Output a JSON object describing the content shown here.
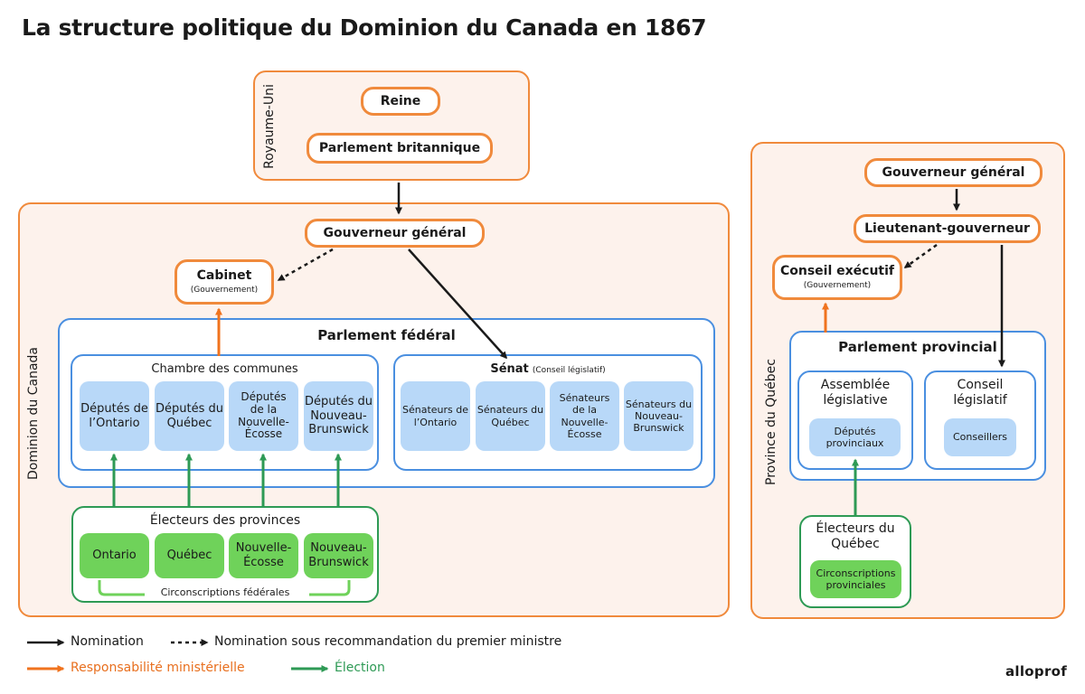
{
  "title": "La structure politique du Dominion du Canada en 1867",
  "uk": {
    "label": "Royaume-Uni",
    "queen": "Reine",
    "british_parliament": "Parlement britannique"
  },
  "dominion": {
    "label": "Dominion du Canada",
    "governor_general": "Gouverneur général",
    "cabinet": "Cabinet",
    "cabinet_sub": "(Gouvernement)",
    "federal_parliament": "Parlement fédéral",
    "commons": {
      "title": "Chambre des communes",
      "members": [
        "Députés de\nl’Ontario",
        "Députés du\nQuébec",
        "Députés\nde la\nNouvelle-\nÉcosse",
        "Députés du\nNouveau-\nBrunswick"
      ]
    },
    "senate": {
      "title": "Sénat",
      "title_sub": "(Conseil législatif)",
      "members": [
        "Sénateurs de\nl’Ontario",
        "Sénateurs du\nQuébec",
        "Sénateurs\nde la\nNouvelle-\nÉcosse",
        "Sénateurs du\nNouveau-\nBrunswick"
      ]
    },
    "electors": {
      "title": "Électeurs des provinces",
      "provinces": [
        "Ontario",
        "Québec",
        "Nouvelle-\nÉcosse",
        "Nouveau-\nBrunswick"
      ],
      "ridings": "Circonscriptions fédérales"
    }
  },
  "quebec": {
    "label": "Province du Québec",
    "governor_general": "Gouverneur général",
    "lieutenant_governor": "Lieutenant-gouverneur",
    "executive_council": "Conseil exécutif",
    "executive_council_sub": "(Gouvernement)",
    "provincial_parliament": "Parlement provincial",
    "assembly": "Assemblée\nlégislative",
    "assembly_members": "Députés\nprovinciaux",
    "council": "Conseil\nlégislatif",
    "council_members": "Conseillers",
    "electors": "Électeurs du\nQuébec",
    "ridings": "Circonscriptions\nprovinciales"
  },
  "legend": {
    "nomination": "Nomination",
    "nomination_recommendation": "Nomination sous recommandation du premier ministre",
    "ministerial_responsibility": "Responsabilité ministérielle",
    "election": "Élection"
  },
  "brand": "alloprof",
  "colors": {
    "orange": "#f08a3c",
    "blue": "#4a8fe0",
    "green": "#2e9a55",
    "light_blue": "#b8d8f8",
    "light_green": "#6fd25a",
    "peach": "#fdf2ec"
  }
}
